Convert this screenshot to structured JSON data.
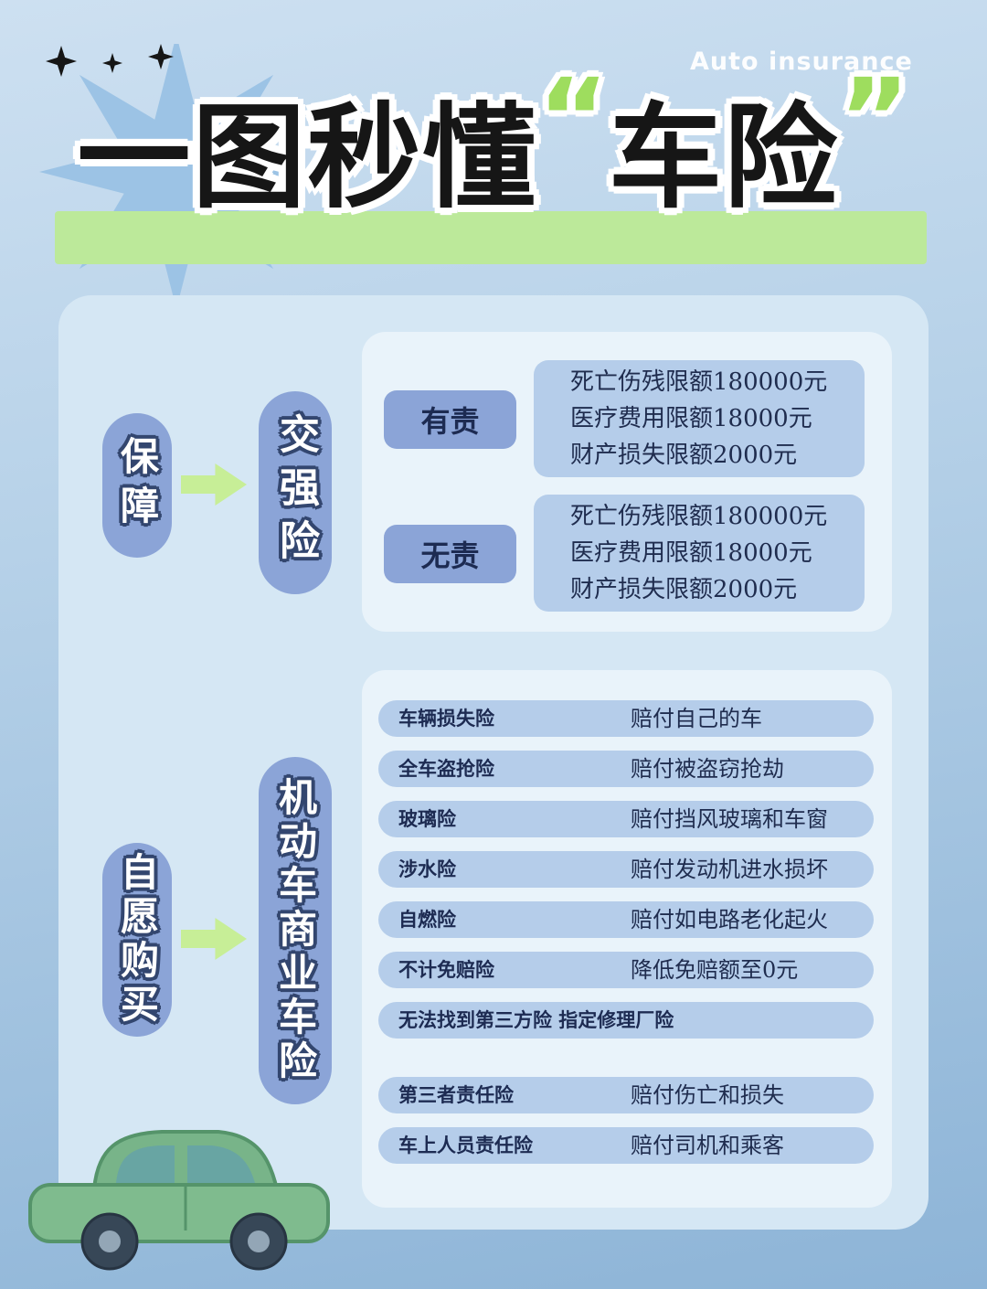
{
  "page": {
    "brand": "Auto insurance"
  },
  "title": {
    "main": "一图秒懂",
    "quoted": "车险",
    "quote_open": "“",
    "quote_close": "”"
  },
  "compulsory": {
    "left_pill": "保障",
    "insurance_pill": "交强险",
    "cases": [
      {
        "label": "有责",
        "lines": [
          "死亡伤残限额180000元",
          "医疗费用限额18000元",
          "财产损失限额2000元"
        ]
      },
      {
        "label": "无责",
        "lines": [
          "死亡伤残限额180000元",
          "医疗费用限额18000元",
          "财产损失限额2000元"
        ]
      }
    ]
  },
  "commercial": {
    "left_pill": "自愿购买",
    "insurance_pill": "机动车商业车险",
    "rows": [
      {
        "name": "车辆损失险",
        "desc": "赔付自己的车"
      },
      {
        "name": "全车盗抢险",
        "desc": "赔付被盗窃抢劫"
      },
      {
        "name": "玻璃险",
        "desc": "赔付挡风玻璃和车窗"
      },
      {
        "name": "涉水险",
        "desc": "赔付发动机进水损坏"
      },
      {
        "name": "自燃险",
        "desc": "赔付如电路老化起火"
      },
      {
        "name": "不计免赔险",
        "desc": "降低免赔额至0元"
      },
      {
        "name": "无法找到第三方险 指定修理厂险",
        "desc": ""
      },
      {
        "name": "第三者责任险",
        "desc": "赔付伤亡和损失"
      },
      {
        "name": "车上人员责任险",
        "desc": "赔付司机和乘客"
      }
    ]
  },
  "icons": {
    "sparkle": "four-point-star",
    "arrow": "right-arrow",
    "car": "green-car-illustration"
  },
  "colors": {
    "accent_green": "#bce99a",
    "quote_green": "#9edd5e",
    "pill_blue": "#8ba4d7",
    "row_blue": "#b5cdea",
    "panel_blue": "#d5e7f4",
    "inner_panel_blue": "#e9f3fa",
    "navy_text": "#1d2b52"
  }
}
